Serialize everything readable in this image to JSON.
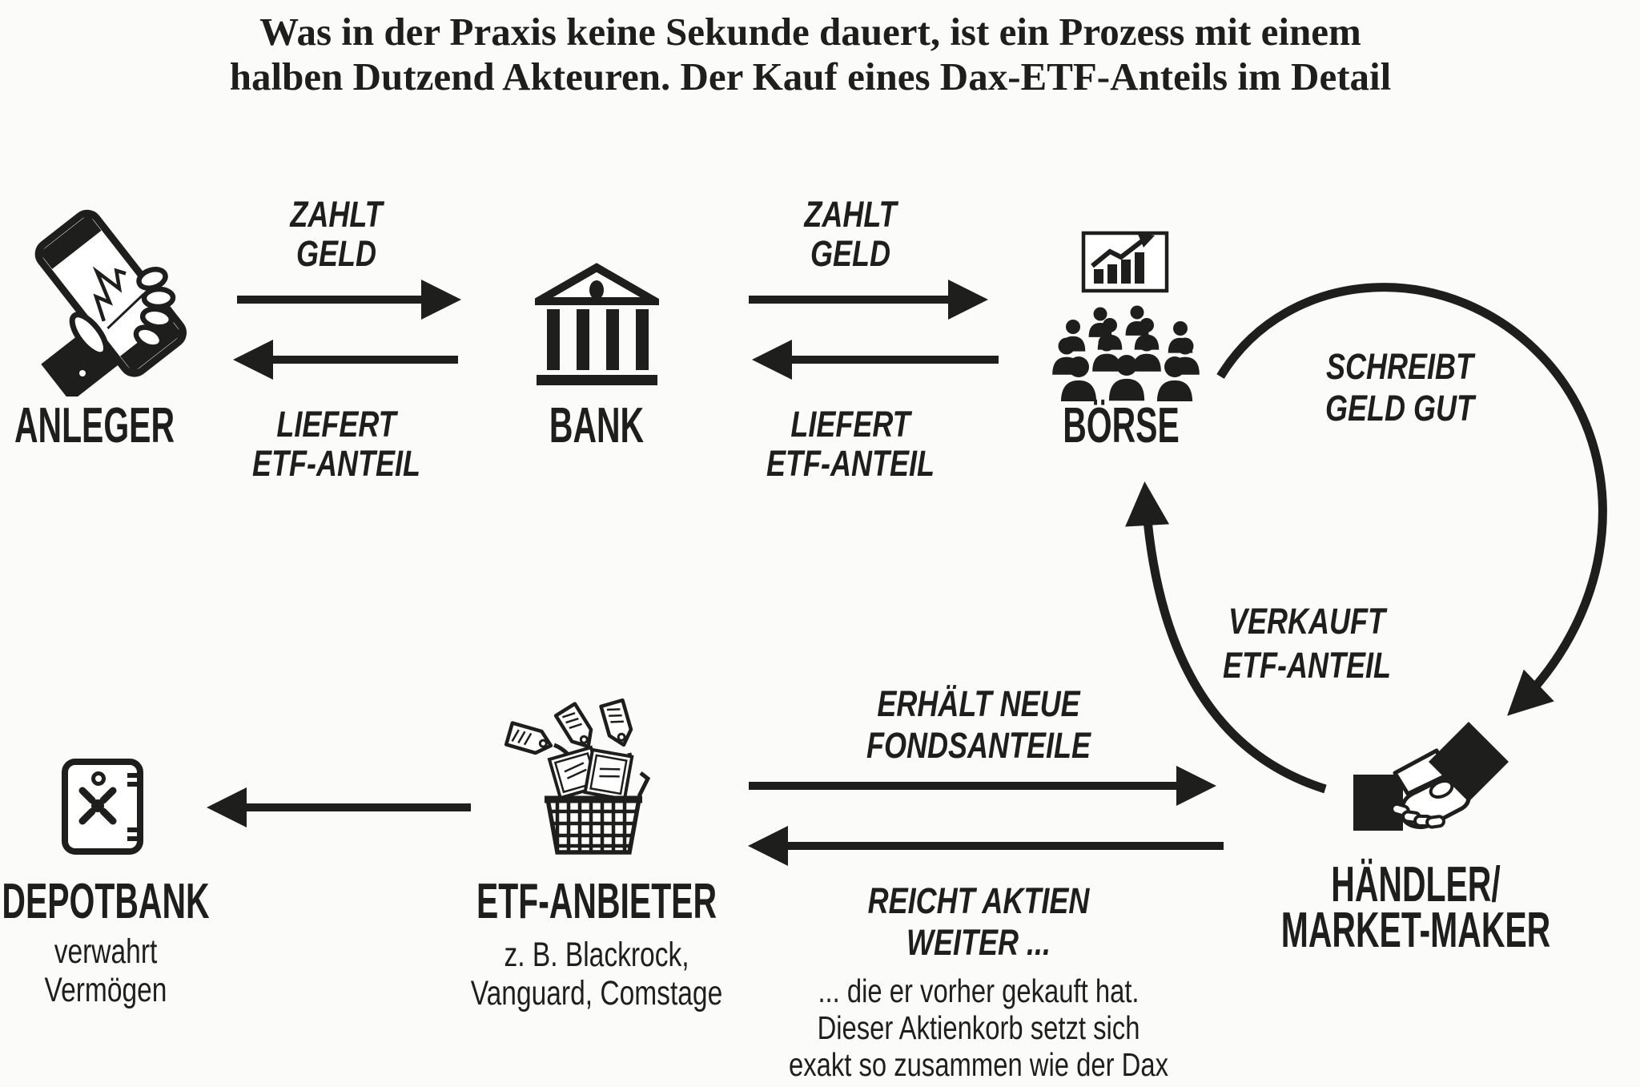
{
  "title": {
    "line1": "Was in der Praxis keine Sekunde dauert, ist ein Prozess mit einem",
    "line2": "halben Dutzend Akteuren. Der Kauf eines Dax-ETF-Anteils im Detail"
  },
  "nodes": {
    "anleger": {
      "label": "ANLEGER"
    },
    "bank": {
      "label": "BANK"
    },
    "boerse": {
      "label": "BÖRSE"
    },
    "haendler": {
      "line1": "HÄNDLER/",
      "line2": "MARKET-MAKER"
    },
    "etf_anbieter": {
      "label": "ETF-ANBIETER",
      "sub1": "z. B. Blackrock,",
      "sub2": "Vanguard, Comstage"
    },
    "depotbank": {
      "label": "DEPOTBANK",
      "sub1": "verwahrt",
      "sub2": "Vermögen"
    }
  },
  "flows": {
    "anleger_bank_pay": {
      "line1": "ZAHLT",
      "line2": "GELD"
    },
    "bank_anleger_deliver": {
      "line1": "LIEFERT",
      "line2": "ETF-ANTEIL"
    },
    "bank_boerse_pay": {
      "line1": "ZAHLT",
      "line2": "GELD"
    },
    "boerse_bank_deliver": {
      "line1": "LIEFERT",
      "line2": "ETF-ANTEIL"
    },
    "boerse_haendler_credit": {
      "line1": "SCHREIBT",
      "line2": "GELD GUT"
    },
    "haendler_boerse_sell": {
      "line1": "VERKAUFT",
      "line2": "ETF-ANTEIL"
    },
    "etf_haendler_receive": {
      "line1": "ERHÄLT NEUE",
      "line2": "FONDSANTEILE"
    },
    "haendler_etf_pass": {
      "line1": "REICHT AKTIEN",
      "line2": "WEITER ..."
    },
    "pass_note": {
      "line1": "... die er vorher gekauft hat.",
      "line2": "Dieser Aktienkorb setzt sich",
      "line3": "exakt so zusammen wie der Dax"
    }
  },
  "icons": {
    "anleger": "smartphone-in-hand-icon",
    "bank": "bank-building-icon",
    "boerse_chart": "stock-chart-icon",
    "boerse_crowd": "traders-crowd-icon",
    "haendler": "handshake-icon",
    "etf_anbieter": "basket-with-price-tags-icon",
    "depotbank": "safe-icon"
  },
  "colors": {
    "ink": "#1e1e1c",
    "background": "#fbfbf9"
  }
}
